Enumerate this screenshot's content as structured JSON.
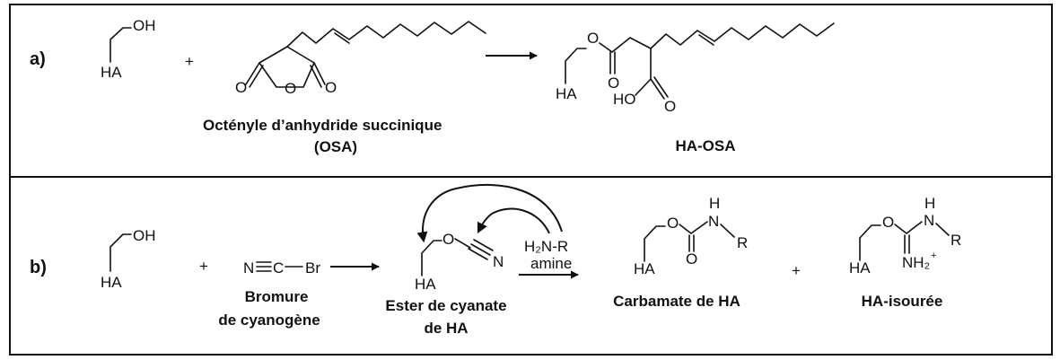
{
  "reaction_a": {
    "label": "a)",
    "reactant1": {
      "oh": "OH",
      "ha": "HA"
    },
    "plus": "+",
    "osa": {
      "o_left": "O",
      "o_ring": "O",
      "o_right": "O",
      "name_line1": "Octényle d’anhydride succinique",
      "name_line2": "(OSA)"
    },
    "product": {
      "o_ester": "O",
      "o_carbonyl": "O",
      "ha": "HA",
      "ho": "HO",
      "o_acid": "O",
      "name": "HA-OSA"
    }
  },
  "reaction_b": {
    "label": "b)",
    "reactant1": {
      "oh": "OH",
      "ha": "HA"
    },
    "plus1": "+",
    "cnbr": {
      "n": "N",
      "c": "C",
      "br": "Br",
      "name_line1": "Bromure",
      "name_line2": "de cyanogène"
    },
    "ester": {
      "ha": "HA",
      "o": "O",
      "n": "N",
      "name_line1": "Ester de cyanate",
      "name_line2": "de HA"
    },
    "reagent": {
      "formula": "H₂N-R",
      "name": "amine"
    },
    "carbamate": {
      "ha": "HA",
      "o": "O",
      "o_carbonyl": "O",
      "h": "H",
      "n": "N",
      "r": "R",
      "name": "Carbamate de HA"
    },
    "plus2": "+",
    "isourea": {
      "ha": "HA",
      "o": "O",
      "h": "H",
      "n": "N",
      "r": "R",
      "nh2": "NH₂",
      "charge": "+",
      "name": "HA-isourée"
    }
  }
}
